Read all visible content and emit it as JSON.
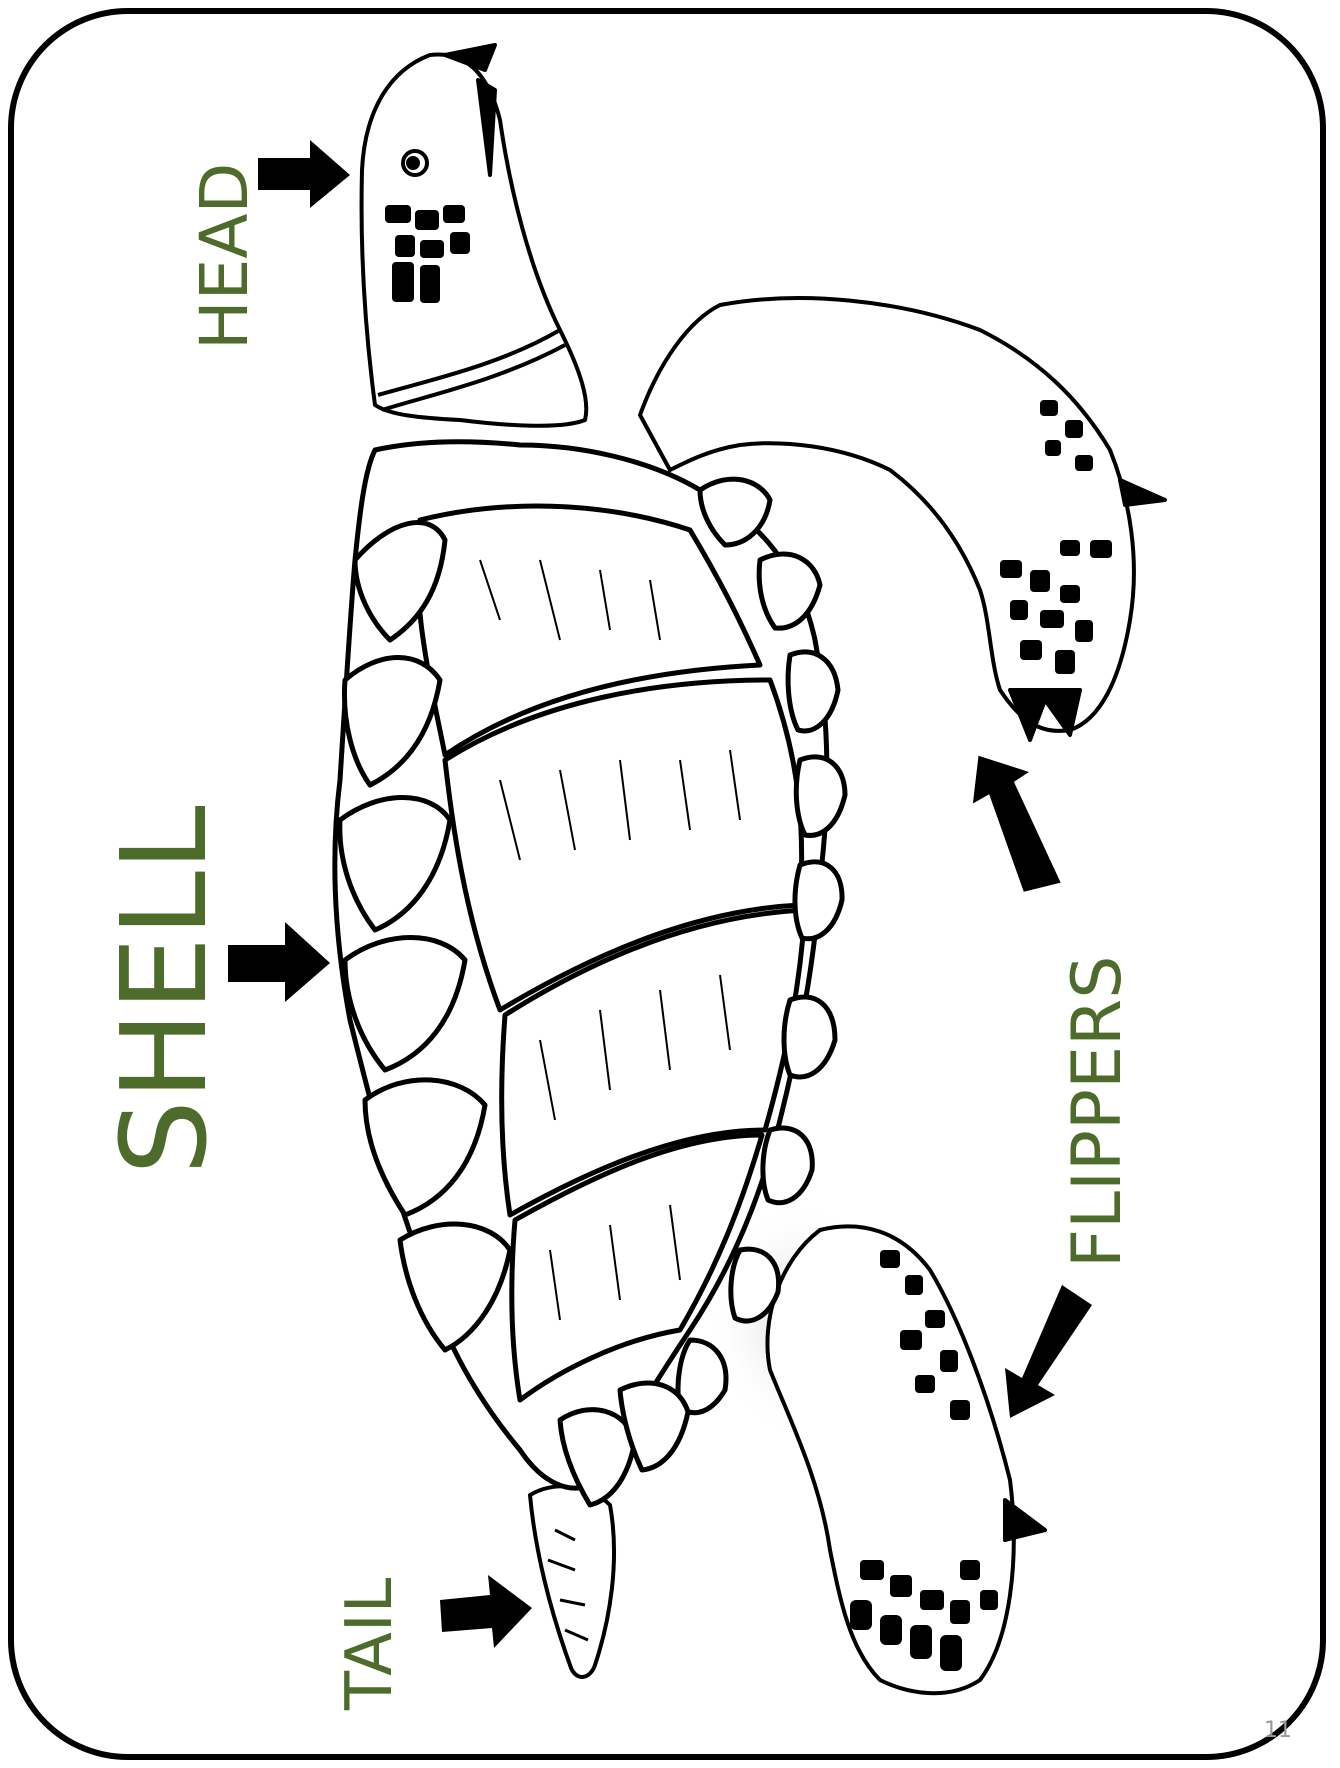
{
  "labels": {
    "head": "HEAD",
    "shell": "SHELL",
    "tail": "TAIL",
    "flippers": "FLIPPERS"
  },
  "page_number": "11",
  "colors": {
    "label": "#4d6b2a",
    "ink": "#000000",
    "page_number": "#999999"
  }
}
